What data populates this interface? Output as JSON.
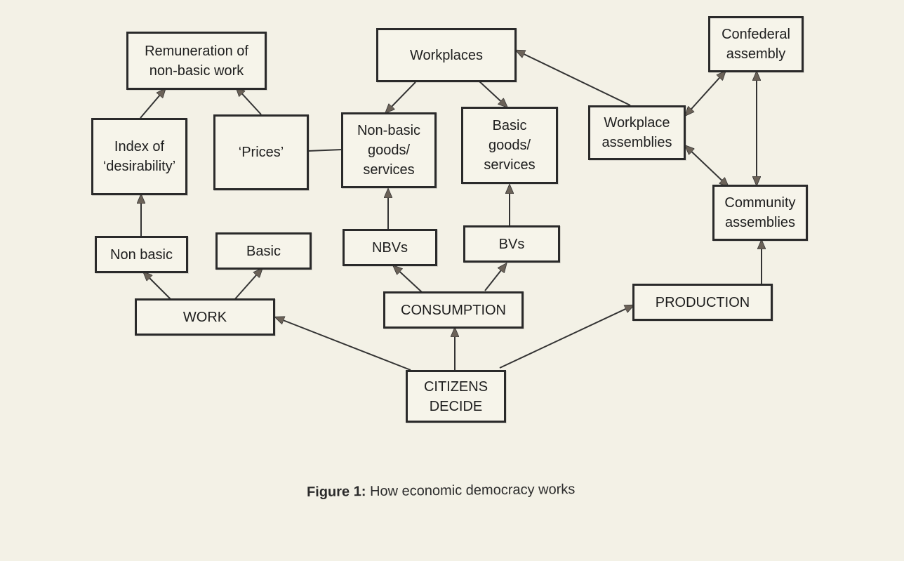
{
  "diagram": {
    "nodes": {
      "remuneration": "Remuneration of\nnon-basic work",
      "index_desirability": "Index of\n‘desirability’",
      "prices": "‘Prices’",
      "workplaces": "Workplaces",
      "nonbasic_goods": "Non-basic\ngoods/\nservices",
      "basic_goods": "Basic\ngoods/\nservices",
      "confederal_assembly": "Confederal\nassembly",
      "workplace_assemblies": "Workplace\nassemblies",
      "community_assemblies": "Community\nassemblies",
      "non_basic": "Non basic",
      "basic": "Basic",
      "nbvs": "NBVs",
      "bvs": "BVs",
      "work": "WORK",
      "consumption": "CONSUMPTION",
      "production": "PRODUCTION",
      "citizens_decide": "CITIZENS\nDECIDE"
    },
    "edges": [
      {
        "from": "citizens_decide",
        "to": "work",
        "type": "arrow"
      },
      {
        "from": "citizens_decide",
        "to": "consumption",
        "type": "arrow"
      },
      {
        "from": "citizens_decide",
        "to": "production",
        "type": "arrow"
      },
      {
        "from": "work",
        "to": "non_basic",
        "type": "arrow"
      },
      {
        "from": "work",
        "to": "basic",
        "type": "arrow"
      },
      {
        "from": "non_basic",
        "to": "index_desirability",
        "type": "arrow"
      },
      {
        "from": "index_desirability",
        "to": "remuneration",
        "type": "arrow"
      },
      {
        "from": "prices",
        "to": "remuneration",
        "type": "arrow"
      },
      {
        "from": "prices",
        "to": "nonbasic_goods",
        "type": "line"
      },
      {
        "from": "consumption",
        "to": "nbvs",
        "type": "arrow"
      },
      {
        "from": "consumption",
        "to": "bvs",
        "type": "arrow"
      },
      {
        "from": "nbvs",
        "to": "nonbasic_goods",
        "type": "arrow"
      },
      {
        "from": "bvs",
        "to": "basic_goods",
        "type": "arrow"
      },
      {
        "from": "workplaces",
        "to": "nonbasic_goods",
        "type": "arrow"
      },
      {
        "from": "workplaces",
        "to": "basic_goods",
        "type": "arrow"
      },
      {
        "from": "workplace_assemblies",
        "to": "workplaces",
        "type": "arrow"
      },
      {
        "from": "workplace_assemblies",
        "to": "confederal_assembly",
        "type": "double-arrow"
      },
      {
        "from": "workplace_assemblies",
        "to": "community_assemblies",
        "type": "double-arrow"
      },
      {
        "from": "confederal_assembly",
        "to": "community_assemblies",
        "type": "double-arrow"
      },
      {
        "from": "production",
        "to": "community_assemblies",
        "type": "arrow"
      }
    ]
  },
  "caption": {
    "label": "Figure 1:",
    "text": "How economic democracy works"
  },
  "colors": {
    "paper": "#f3f1e6",
    "box_border": "#2a2a2a",
    "arrow": "#333333",
    "arrowhead": "#6b6258"
  }
}
